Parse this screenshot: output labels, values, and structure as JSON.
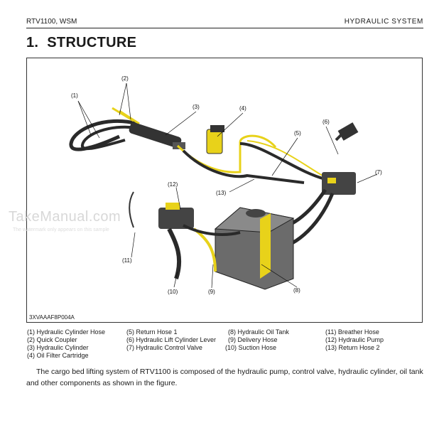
{
  "header": {
    "left": "RTV1100, WSM",
    "right": "HYDRAULIC  SYSTEM"
  },
  "section": {
    "number": "1.",
    "title": "STRUCTURE"
  },
  "figure": {
    "code": "3XVAAAF8P004A",
    "callouts": [
      "(1)",
      "(2)",
      "(3)",
      "(4)",
      "(5)",
      "(6)",
      "(7)",
      "(8)",
      "(9)",
      "(10)",
      "(11)",
      "(12)",
      "(13)"
    ],
    "colors": {
      "yellow": "#e8d21a",
      "hose": "#2a2a2a",
      "tank": "#6b6b6b"
    }
  },
  "watermark": {
    "main": "TakeManual.com",
    "sub": "The watermark only appears on this sample"
  },
  "legend": {
    "col1": [
      "(1)  Hydraulic Cylinder Hose",
      "(2)  Quick Coupler",
      "(3)  Hydraulic Cylinder",
      "(4)  Oil Filter Cartridge"
    ],
    "col2": [
      "(5)  Return Hose 1",
      "(6)  Hydraulic Lift Cylinder Lever",
      "(7)  Hydraulic Control Valve"
    ],
    "col3": [
      "(8)  Hydraulic Oil Tank",
      "(9)  Delivery Hose",
      "(10)  Suction Hose"
    ],
    "col4": [
      "(11)  Breather Hose",
      "(12)  Hydraulic Pump",
      "(13)  Return Hose 2"
    ]
  },
  "paragraph": "The cargo bed lifting system of RTV1100 is composed of the hydraulic pump, control valve, hydraulic cylinder, oil tank and other components as shown in the figure."
}
